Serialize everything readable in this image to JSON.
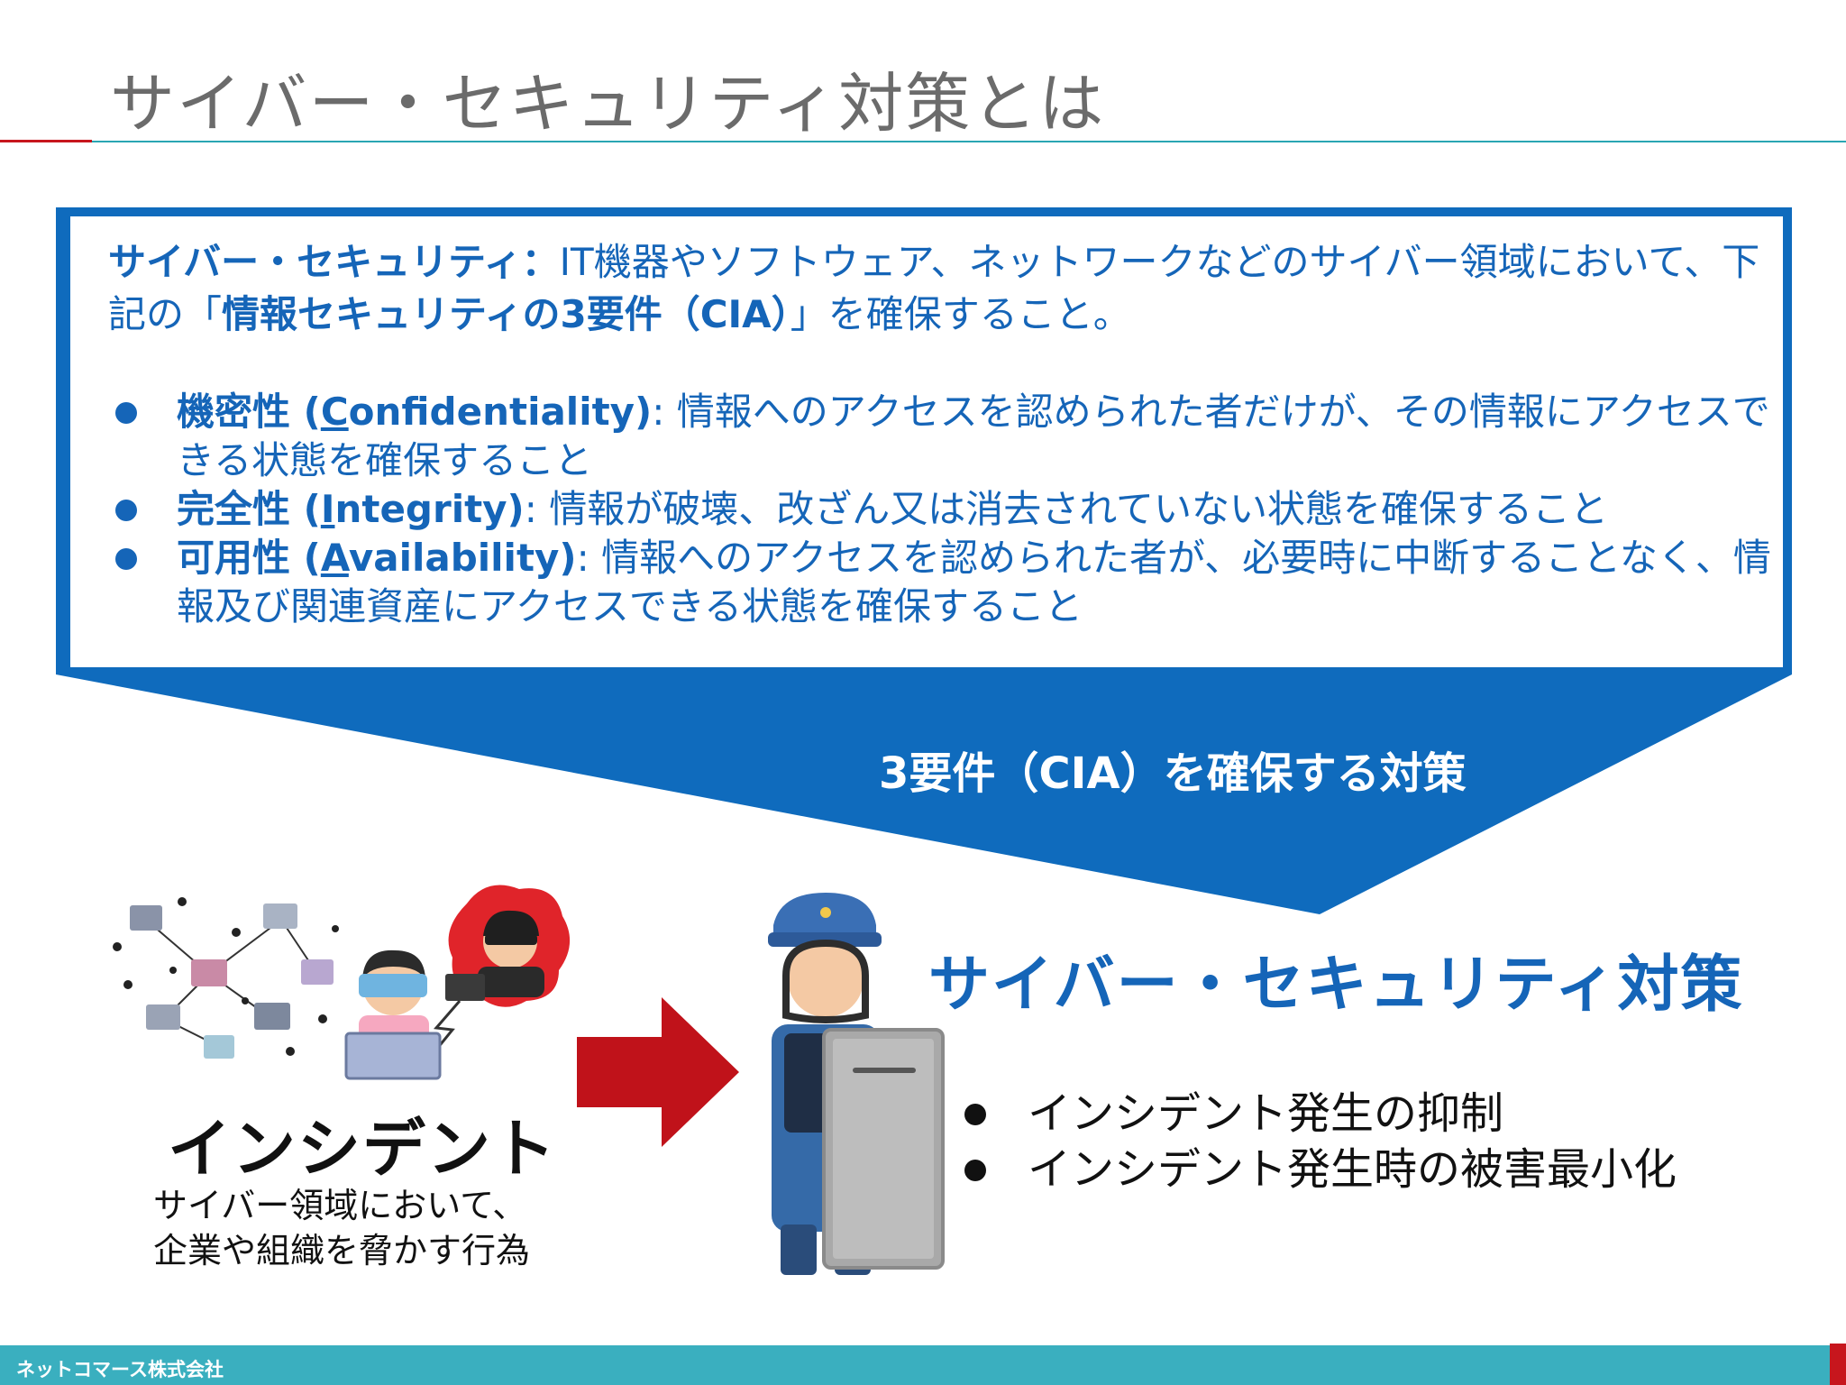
{
  "title": "サイバー・セキュリティ対策とは",
  "definition": {
    "term": "サイバー・セキュリティ：",
    "text_1": "IT機器やソフトウェア、ネットワークなどのサイバー領域において、下記の「",
    "highlight": "情報セキュリティの3要件（CIA）",
    "text_2": "」を確保すること。"
  },
  "bullets": [
    {
      "term_jp": "機密性 (",
      "term_first": "C",
      "term_rest": "onfidentiality)",
      "text": ": 情報へのアクセスを認められた者だけが、その情報にアクセスできる状態を確保すること"
    },
    {
      "term_jp": "完全性 (",
      "term_first": "I",
      "term_rest": "ntegrity)",
      "text": ": 情報が破壊、改ざん又は消去されていない状態を確保すること"
    },
    {
      "term_jp": "可用性 (",
      "term_first": "A",
      "term_rest": "vailability)",
      "text": ": 情報へのアクセスを認められた者が、必要時に中断することなく、情報及び関連資産にアクセスできる状態を確保すること"
    }
  ],
  "funnel_caption": "3要件（CIA）を確保する対策",
  "measures": {
    "title": "サイバー・セキュリティ対策",
    "items": [
      "インシデント発生の抑制",
      "インシデント発生時の被害最小化"
    ]
  },
  "incident": {
    "title": "インシデント",
    "desc_line1": "サイバー領域において、",
    "desc_line2": "企業や組織を脅かす行為"
  },
  "footer": {
    "company": "ネットコマース株式会社"
  },
  "colors": {
    "accent_blue": "#1565b8",
    "funnel_blue": "#0f6bbd",
    "arrow_red": "#c0121a",
    "footer_teal": "#3aafbf",
    "title_gray": "#6b6b6b"
  }
}
